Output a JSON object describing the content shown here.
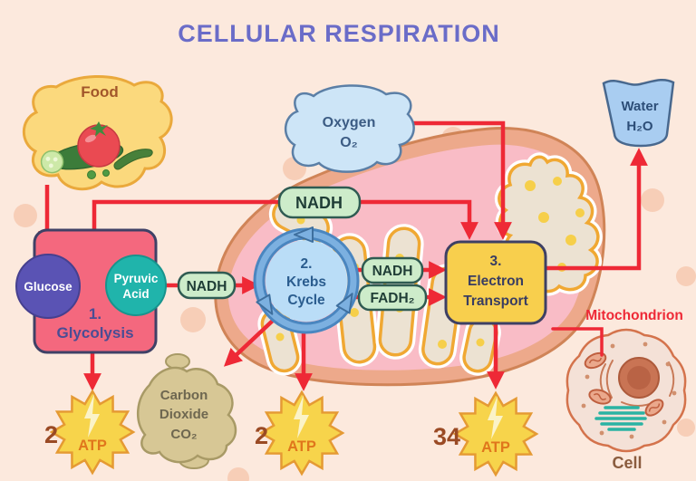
{
  "title": "CELLULAR RESPIRATION",
  "nodes": {
    "food": {
      "label": "Food"
    },
    "oxygen": {
      "name": "Oxygen",
      "formula": "O₂"
    },
    "water": {
      "name": "Water",
      "formula": "H₂O"
    },
    "nadh_top": {
      "label": "NADH"
    },
    "glycolysis": {
      "step": "1.",
      "name": "Glycolysis"
    },
    "glucose": {
      "label": "Glucose"
    },
    "pyruvic_acid": {
      "line1": "Pyruvic",
      "line2": "Acid"
    },
    "nadh_glycolysis": {
      "label": "NADH"
    },
    "krebs": {
      "step": "2.",
      "line1": "Krebs",
      "line2": "Cycle"
    },
    "nadh_krebs": {
      "label": "NADH"
    },
    "fadh2": {
      "label": "FADH₂"
    },
    "electron_transport": {
      "step": "3.",
      "line1": "Electron",
      "line2": "Transport"
    },
    "carbon_dioxide": {
      "line1": "Carbon",
      "line2": "Dioxide",
      "formula": "CO₂"
    },
    "atp_glycolysis": {
      "count": "2",
      "label": "ATP"
    },
    "atp_krebs": {
      "count": "2",
      "label": "ATP"
    },
    "atp_electron_transport": {
      "count": "34",
      "label": "ATP"
    },
    "mitochondrion": {
      "label": "Mitochondrion"
    },
    "cell": {
      "label": "Cell"
    }
  },
  "colors": {
    "background": "#fce9dd",
    "title": "#6a6cc8",
    "arrow": "#ee2936",
    "glycolysis_fill": "#f4687e",
    "glucose_fill": "#5a53b4",
    "pyruvic_fill": "#20b4ab",
    "krebs_fill": "#baddf7",
    "electron_transport_fill": "#f8cf4d",
    "nadh_fill": "#cdecca",
    "atp_star_fill": "#f7d44b",
    "food_fill": "#fbd97d",
    "oxygen_fill": "#cde5f7",
    "water_fill": "#a9cdf1",
    "co2_fill": "#d7c795",
    "mitochondrion_outer": "#eda98b",
    "mitochondrion_matrix": "#f9bcc6",
    "cristae_stroke": "#f0a833"
  }
}
